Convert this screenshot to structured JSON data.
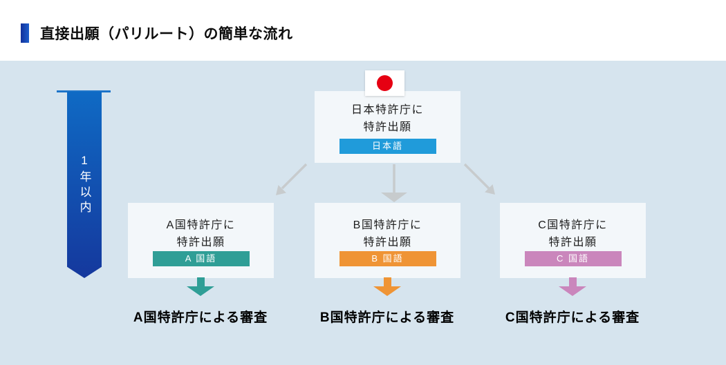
{
  "figure": {
    "title": "直接出願（パリルート）の簡単な流れ"
  },
  "timeline": {
    "label": "1年以内"
  },
  "source_box": {
    "line1": "日本特許庁に",
    "line2": "特許出願",
    "language_label": "日本語",
    "language_color": "#209bda",
    "flag_red": "#e60012"
  },
  "destinations": [
    {
      "line1": "A国特許庁に",
      "line2": "特許出願",
      "language_label": "A 国語",
      "color": "#2f9e96",
      "result": "A国特許庁による審査"
    },
    {
      "line1": "B国特許庁に",
      "line2": "特許出願",
      "language_label": "B 国語",
      "color": "#ef9435",
      "result": "B国特許庁による審査"
    },
    {
      "line1": "C国特許庁に",
      "line2": "特許出願",
      "language_label": "C 国語",
      "color": "#ca86bc",
      "result": "C国特許庁による審査"
    }
  ],
  "colors": {
    "panel_bg": "#d6e4ee",
    "box_bg": "#f3f7fa",
    "title_marker_left": "#12309b",
    "title_marker_right": "#1d5ecb",
    "ribbon_top": "#0f6ac4",
    "ribbon_bottom": "#15389d",
    "connector_gray": "#c7cbcd"
  }
}
